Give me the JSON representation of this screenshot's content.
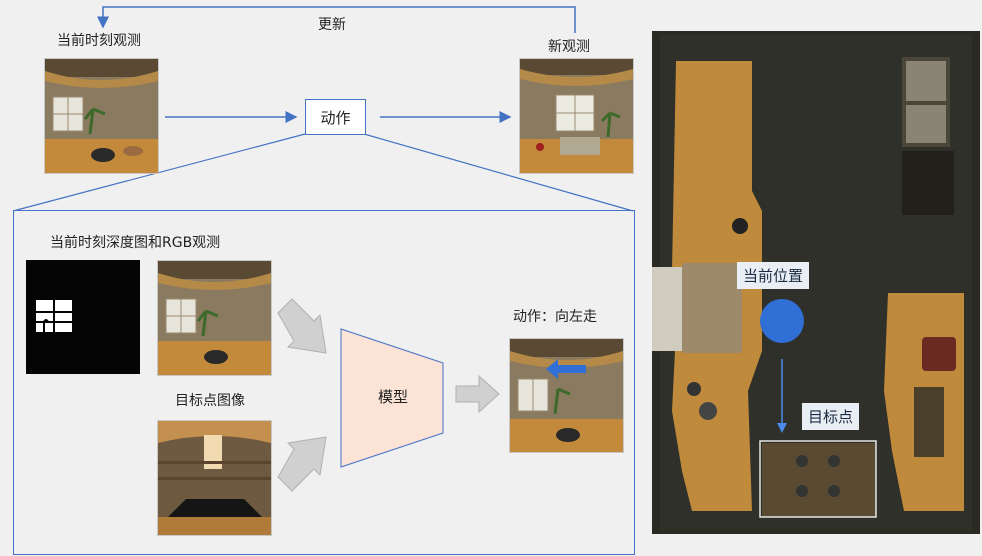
{
  "top": {
    "update_label": "更新",
    "current_obs_label": "当前时刻观测",
    "action_label": "动作",
    "new_obs_label": "新观测"
  },
  "detail": {
    "depth_rgb_label": "当前时刻深度图和RGB观测",
    "goal_image_label": "目标点图像",
    "model_label": "模型",
    "action_result_label": "动作：向左走"
  },
  "map": {
    "current_position_label": "当前位置",
    "goal_label": "目标点"
  },
  "colors": {
    "arrow": "#4472c4",
    "model_fill": "#fbe3d6",
    "position_dot": "#2f6fd6"
  }
}
